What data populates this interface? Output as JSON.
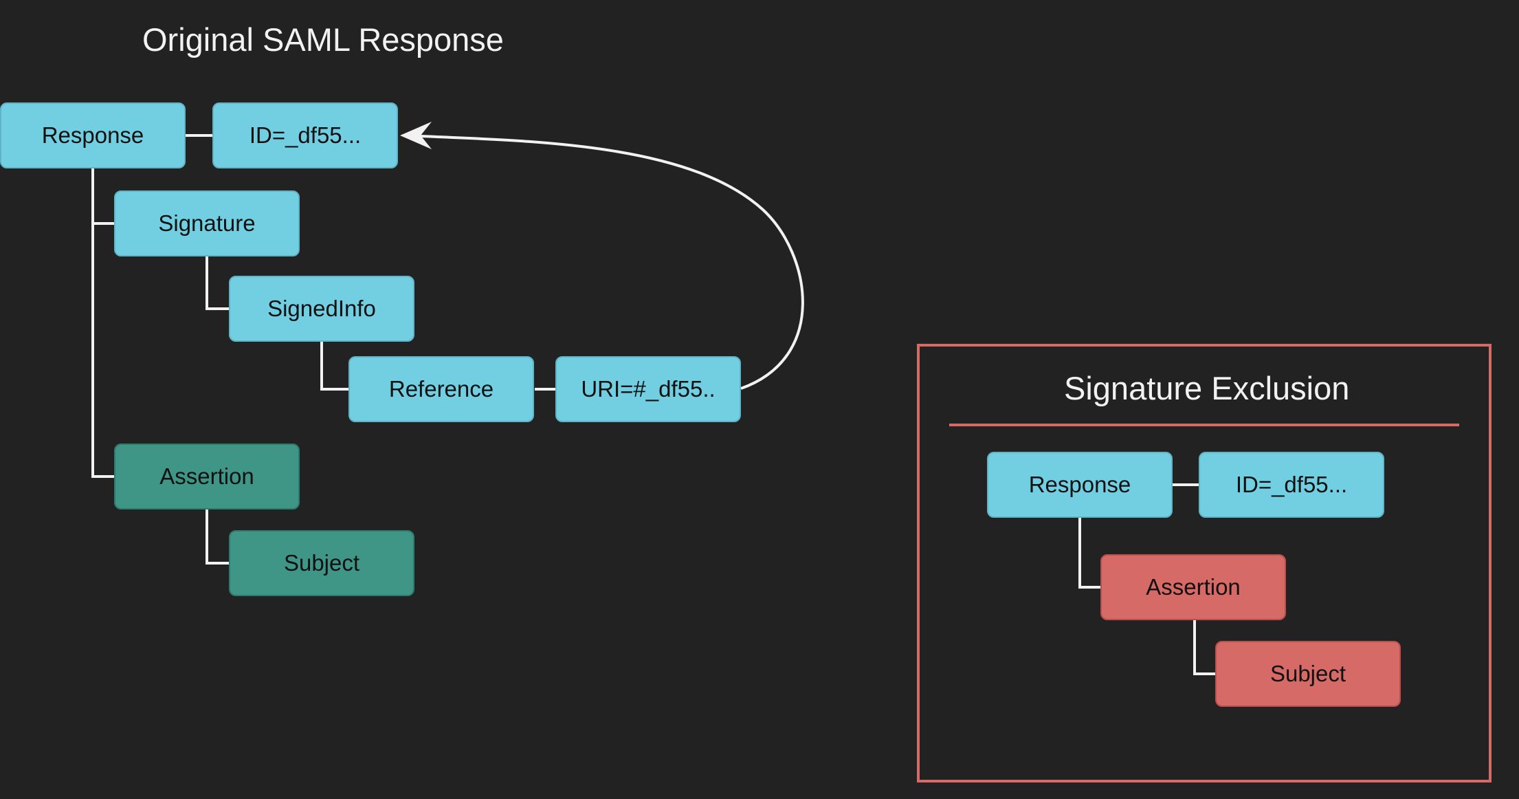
{
  "original": {
    "title": "Original SAML Response",
    "nodes": {
      "response": "Response",
      "id": "ID=_df55...",
      "signature": "Signature",
      "signed_info": "SignedInfo",
      "reference": "Reference",
      "uri": "URI=#_df55..",
      "assertion": "Assertion",
      "subject": "Subject"
    }
  },
  "exclusion": {
    "title": "Signature Exclusion",
    "nodes": {
      "response": "Response",
      "id": "ID=_df55...",
      "assertion": "Assertion",
      "subject": "Subject"
    }
  },
  "colors": {
    "background": "#222222",
    "signed_node": "#72cfe1",
    "assertion_node": "#3f9586",
    "excluded_node": "#d56a67",
    "connector": "#f2f2f2"
  }
}
